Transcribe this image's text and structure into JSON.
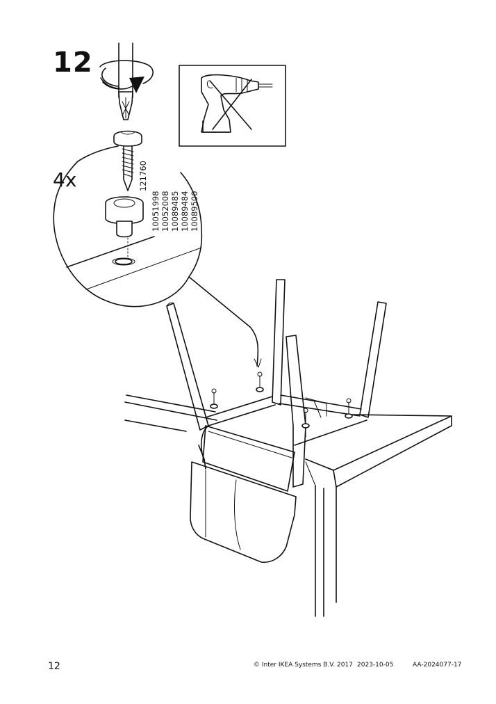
{
  "step": {
    "number": "12"
  },
  "detail": {
    "quantity": "4x",
    "screw_article": "121760",
    "insert_articles": [
      "10051998",
      "10052008",
      "10089485",
      "10089484",
      "10089500"
    ]
  },
  "footer": {
    "page_number": "12",
    "copyright": "© Inter IKEA Systems B.V. 2017",
    "date": "2023-10-05",
    "document_id": "AA-2024077-17"
  }
}
